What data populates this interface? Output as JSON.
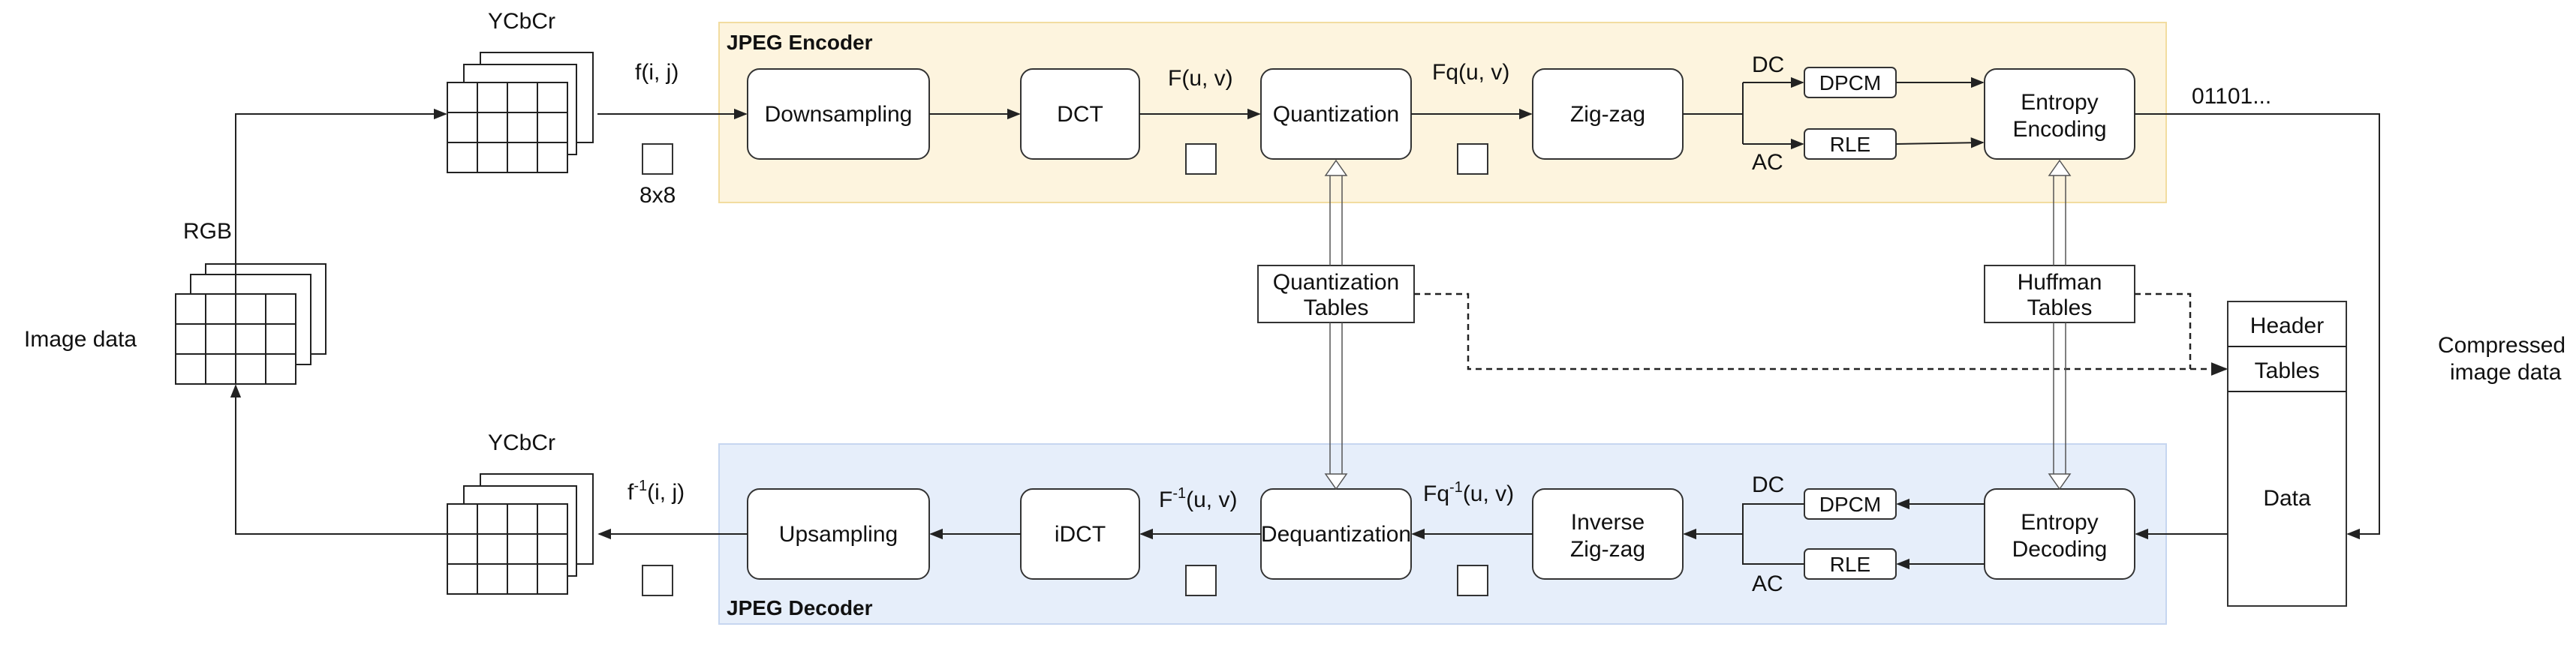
{
  "encoder": {
    "title": "JPEG Encoder",
    "color": "#fdf4de",
    "border": "#f2dca0",
    "title_color": "#f5cf6b"
  },
  "decoder": {
    "title": "JPEG Decoder",
    "color": "#e6eefa",
    "border": "#c6d6f0",
    "title_color": "#4ba1ea"
  },
  "labels": {
    "image_data": "Image data",
    "rgb": "RGB",
    "ycbcr_top": "YCbCr",
    "ycbcr_bottom": "YCbCr",
    "fij": "f(i, j)",
    "block_size": "8x8",
    "fuv": "F(u, v)",
    "fquv": "Fq(u, v)",
    "finv_ij_base": "f",
    "finv_ij_tail": "(i, j)",
    "finv_uv_base": "F",
    "finv_uv_tail": "(u, v)",
    "fqinv_uv_base": "Fq",
    "fqinv_uv_tail": "(u, v)",
    "minus_one": "-1",
    "dc_top": "DC",
    "ac_top": "AC",
    "dc_bottom": "DC",
    "ac_bottom": "AC",
    "bitstream": "01101...",
    "compressed_line1": "Compressed",
    "compressed_line2": "image data"
  },
  "encoder_blocks": {
    "downsampling": "Downsampling",
    "dct": "DCT",
    "quantization": "Quantization",
    "zigzag": "Zig-zag",
    "dpcm": "DPCM",
    "rle": "RLE",
    "entropy_line1": "Entropy",
    "entropy_line2": "Encoding"
  },
  "decoder_blocks": {
    "upsampling": "Upsampling",
    "idct": "iDCT",
    "dequantization": "Dequantization",
    "inv_zigzag_line1": "Inverse",
    "inv_zigzag_line2": "Zig-zag",
    "dpcm": "DPCM",
    "rle": "RLE",
    "entropy_line1": "Entropy",
    "entropy_line2": "Decoding"
  },
  "tables": {
    "quant_line1": "Quantization",
    "quant_line2": "Tables",
    "huff_line1": "Huffman",
    "huff_line2": "Tables"
  },
  "file": {
    "header": "Header",
    "tables": "Tables",
    "data": "Data"
  }
}
